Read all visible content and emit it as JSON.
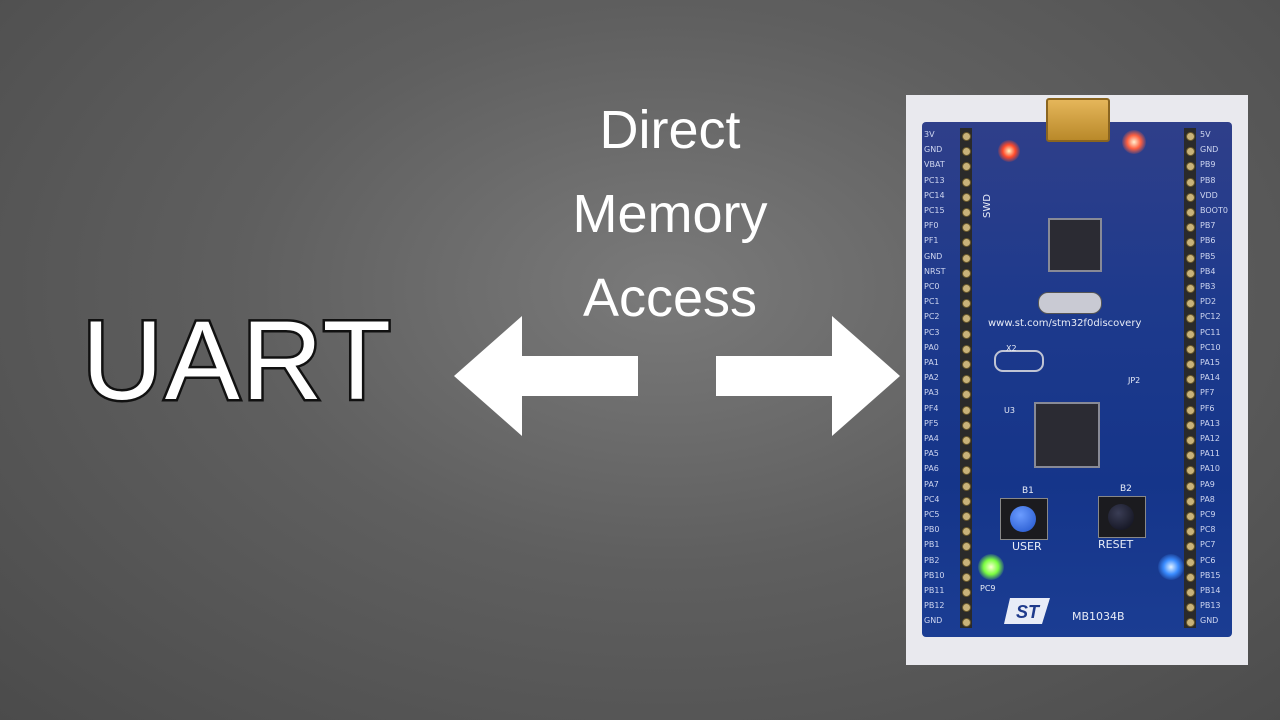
{
  "dma_label": {
    "line1": "Direct",
    "line2": "Memory",
    "line3": "Access"
  },
  "uart_label": "UART",
  "board": {
    "url_text": "www.st.com/stm32f0discovery",
    "model": "MB1034B",
    "user_button_label": "USER",
    "reset_button_label": "RESET",
    "b1": "B1",
    "b2": "B2",
    "swd": "SWD",
    "u3": "U3",
    "x2": "X2",
    "jp2": "JP2",
    "pc9": "PC9",
    "left_pins": [
      "3V",
      "GND",
      "VBAT",
      "PC13",
      "PC14",
      "PC15",
      "PF0",
      "PF1",
      "GND",
      "NRST",
      "PC0",
      "PC1",
      "PC2",
      "PC3",
      "PA0",
      "PA1",
      "PA2",
      "PA3",
      "PF4",
      "PF5",
      "PA4",
      "PA5",
      "PA6",
      "PA7",
      "PC4",
      "PC5",
      "PB0",
      "PB1",
      "PB2",
      "PB10",
      "PB11",
      "PB12",
      "GND"
    ],
    "right_pins": [
      "5V",
      "GND",
      "PB9",
      "PB8",
      "VDD",
      "BOOT0",
      "PB7",
      "PB6",
      "PB5",
      "PB4",
      "PB3",
      "PD2",
      "PC12",
      "PC11",
      "PC10",
      "PA15",
      "PA14",
      "PF7",
      "PF6",
      "PA13",
      "PA12",
      "PA11",
      "PA10",
      "PA9",
      "PA8",
      "PC9",
      "PC8",
      "PC7",
      "PC6",
      "PB15",
      "PB14",
      "PB13",
      "GND"
    ]
  }
}
